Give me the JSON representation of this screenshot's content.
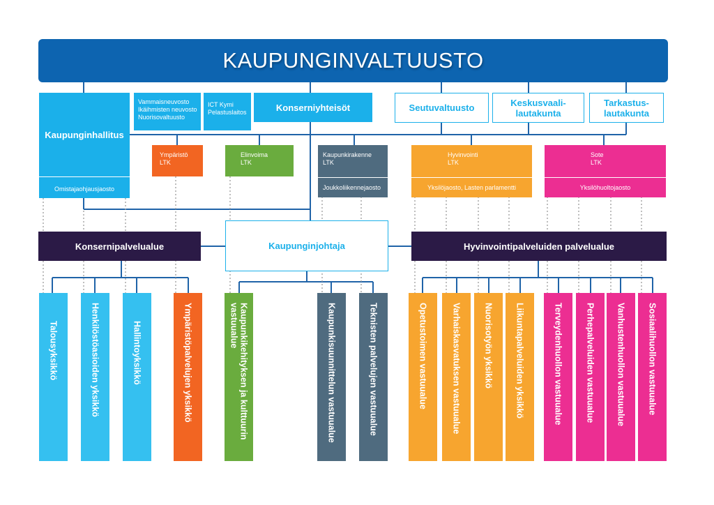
{
  "council": "KAUPUNGINVALTUUSTO",
  "board": {
    "title": "Kaupunginhallitus",
    "sub": "Omistajaohjausjaosto"
  },
  "advisory": {
    "line1": "Vammaisneuvosto",
    "line2": "Ikäihmisten neuvosto",
    "line3": "Nuorisovaltuusto"
  },
  "ict": {
    "line1": "ICT Kymi",
    "line2": "Pelastuslaitos"
  },
  "konserni": "Konserniyhteisöt",
  "seutu": "Seutuvaltuusto",
  "keskus": {
    "line1": "Keskusvaali-",
    "line2": "lautakunta"
  },
  "tarkastus": {
    "line1": "Tarkastus-",
    "line2": "lautakunta"
  },
  "committees": [
    {
      "title": "Ympäristö",
      "ltk": "LTK",
      "color": "#f26522"
    },
    {
      "title": "Elinvoima",
      "ltk": "LTK",
      "color": "#6aac3e"
    },
    {
      "title": "Kaupunkirakenne",
      "ltk": "LTK",
      "sub": "Joukkoliikennejaosto",
      "color": "#4f6b7f"
    },
    {
      "title": "Hyvinvointi",
      "ltk": "LTK",
      "sub": "Yksilöjaosto, Lasten parlamentti",
      "color": "#f7a52f"
    },
    {
      "title": "Sote",
      "ltk": "LTK",
      "sub": "Yksilöhuoltojaosto",
      "color": "#ec2e92"
    }
  ],
  "mayor": "Kaupunginjohtaja",
  "konsernipalvelualue": "Konsernipalvelualue",
  "hyvinvointipalvelualue": "Hyvinvointipalveluiden palvelualue",
  "units": [
    {
      "label": "Talousyksikkö",
      "color": "#35c0f0"
    },
    {
      "label": "Henkilöstöasioiden yksikkö",
      "color": "#35c0f0"
    },
    {
      "label": "Hallintoyksikkö",
      "color": "#35c0f0"
    },
    {
      "label": "Ympäristöpalvelujen yksikkö",
      "color": "#f26522"
    },
    {
      "label": "Kaupunkikehityksen ja kulttuurin vastuualue",
      "color": "#6aac3e"
    },
    {
      "label": "Kaupunkisuunnittelun vastuualue",
      "color": "#4f6b7f"
    },
    {
      "label": "Teknisten palvelujen vastuualue",
      "color": "#4f6b7f"
    },
    {
      "label": "Opetustoimen vastuualue",
      "color": "#f7a52f"
    },
    {
      "label": "Varhaiskasvatuksen vastuualue",
      "color": "#f7a52f"
    },
    {
      "label": "Nuorisotyön yksikkö",
      "color": "#f7a52f"
    },
    {
      "label": "Liikuntapalveluiden yksikkö",
      "color": "#f7a52f"
    },
    {
      "label": "Terveydenhuollon vastuualue",
      "color": "#ec2e92"
    },
    {
      "label": "Perhepalveluiden vastuualue",
      "color": "#ec2e92"
    },
    {
      "label": "Vanhustenhuollon vastuualue",
      "color": "#ec2e92"
    },
    {
      "label": "Sosiaalihuollon vastuualue",
      "color": "#ec2e92"
    }
  ]
}
